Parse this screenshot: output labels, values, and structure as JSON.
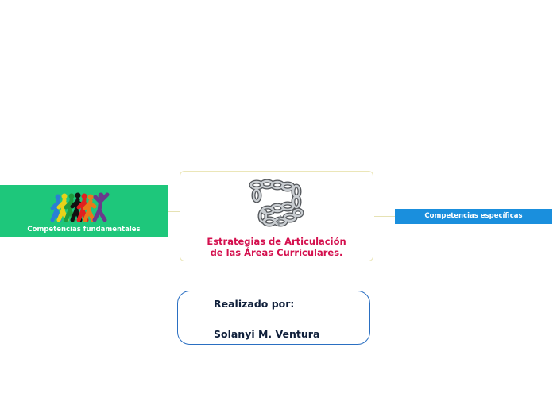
{
  "central_topic": {
    "title": "Estrategias de Articulación\nde las Áreas Curriculares.",
    "image": "chain-icon",
    "title_color": "#d4104e",
    "border_color": "#ebe6b8"
  },
  "left_topic": {
    "label": "Competencias fundamentales",
    "image": "people-group-icon",
    "background": "#1ec77b"
  },
  "right_topic": {
    "label": "Competencias específicas",
    "background": "#1a8fdd"
  },
  "author_box": {
    "line1": "Realizado por:",
    "line2": "Solanyi M. Ventura",
    "border_color": "#2a6fc2"
  }
}
